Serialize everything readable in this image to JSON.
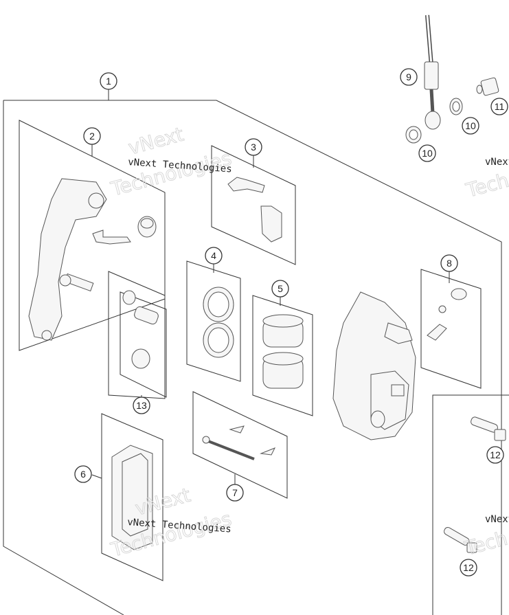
{
  "callouts": [
    {
      "label": "1"
    },
    {
      "label": "2"
    },
    {
      "label": "3"
    },
    {
      "label": "4"
    },
    {
      "label": "5"
    },
    {
      "label": "6"
    },
    {
      "label": "7"
    },
    {
      "label": "8"
    },
    {
      "label": "9"
    },
    {
      "label": "10"
    },
    {
      "label": "10"
    },
    {
      "label": "11"
    },
    {
      "label": "12"
    },
    {
      "label": "12"
    },
    {
      "label": "13"
    }
  ],
  "watermarks": [
    {
      "caption": "vNext Technologies",
      "big1": "vNext",
      "big2": "Technologies"
    },
    {
      "caption": "vNext Technologies",
      "big1": "vNext",
      "big2": "Technologies"
    },
    {
      "caption": "vNext",
      "big1": "Tech"
    },
    {
      "caption": "vNext",
      "big1": "Tech"
    }
  ]
}
